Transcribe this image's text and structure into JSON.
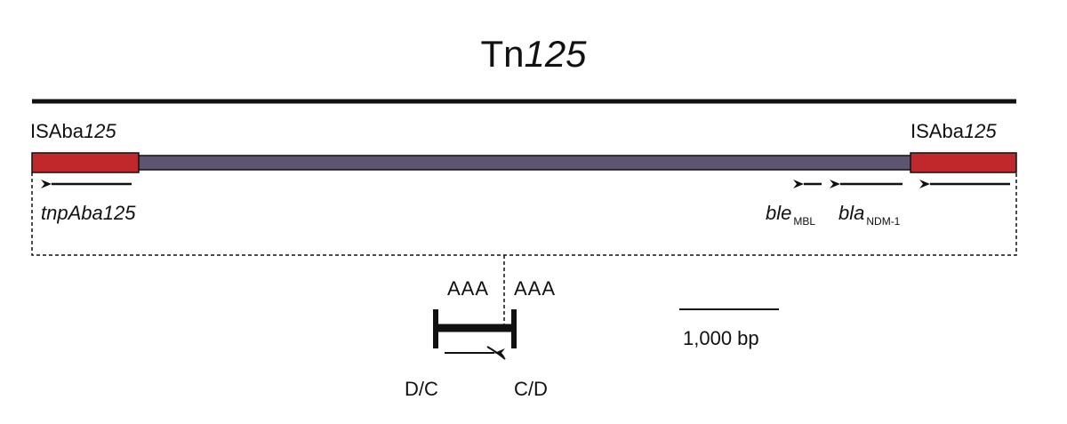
{
  "title": {
    "prefix": "Tn",
    "number": "125"
  },
  "left_is": {
    "prefix": "ISAba",
    "number": "125"
  },
  "right_is": {
    "prefix": "ISAba",
    "number": "125"
  },
  "genes": {
    "tnp": "tnpAba125",
    "ble_name": "ble",
    "ble_sub": "MBL",
    "bla_name": "bla",
    "bla_sub": "NDM-1"
  },
  "target_site": {
    "left_seq": "AAA",
    "right_seq": "AAA",
    "left_end": "D/C",
    "right_end": "C/D"
  },
  "scale_bar": {
    "label": "1,000 bp"
  },
  "colors": {
    "is_element": "#c0282c",
    "backbone": "#5d5470",
    "ink": "#111111"
  }
}
